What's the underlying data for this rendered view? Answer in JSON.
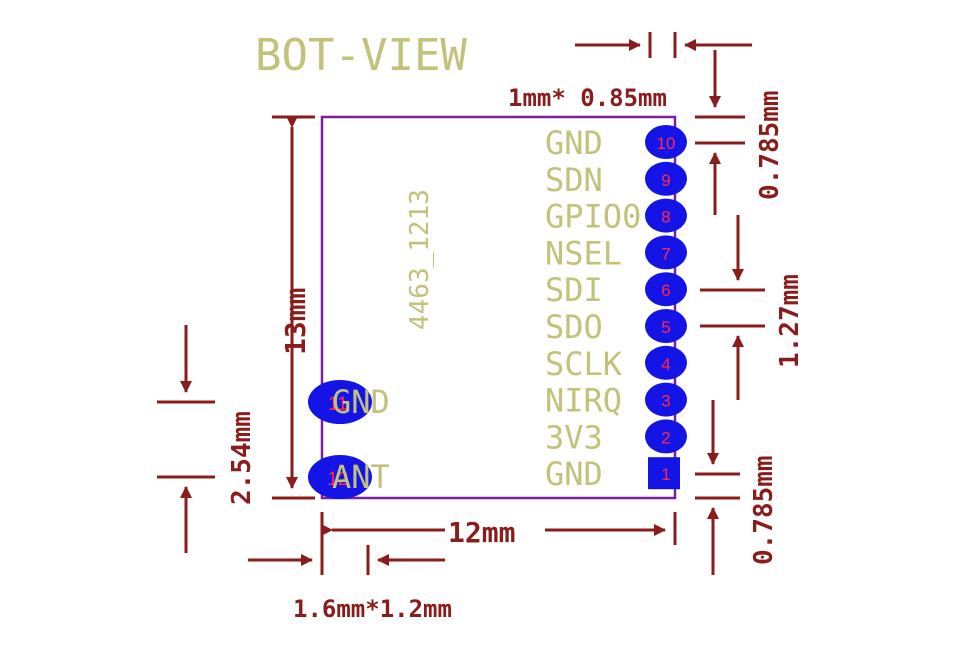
{
  "title": "BOT-VIEW",
  "part_number": "4463_1213",
  "colors": {
    "outline": "#7a1fa0",
    "pad": "#1414e6",
    "silkscreen": "#c2c27a",
    "dimension": "#8b1c1c",
    "pad_number": "#ff2a4a"
  },
  "right_pins": [
    {
      "number": "10",
      "label": "GND"
    },
    {
      "number": "9",
      "label": "SDN"
    },
    {
      "number": "8",
      "label": "GPIO0"
    },
    {
      "number": "7",
      "label": "NSEL"
    },
    {
      "number": "6",
      "label": "SDI"
    },
    {
      "number": "5",
      "label": "SDO"
    },
    {
      "number": "4",
      "label": "SCLK"
    },
    {
      "number": "3",
      "label": "NIRQ"
    },
    {
      "number": "2",
      "label": "3V3"
    },
    {
      "number": "1",
      "label": "GND"
    }
  ],
  "left_pins": [
    {
      "number": "11",
      "label": "GND"
    },
    {
      "number": "12",
      "label": "ANT"
    }
  ],
  "dimensions": {
    "pad_size_right": "1mm* 0.85mm",
    "top_offset": "0.785mm",
    "pitch": "1.27mm",
    "bottom_offset": "0.785mm",
    "height": "13mm",
    "width": "12mm",
    "left_pitch": "2.54mm",
    "pad_size_left": "1.6mm*1.2mm"
  }
}
